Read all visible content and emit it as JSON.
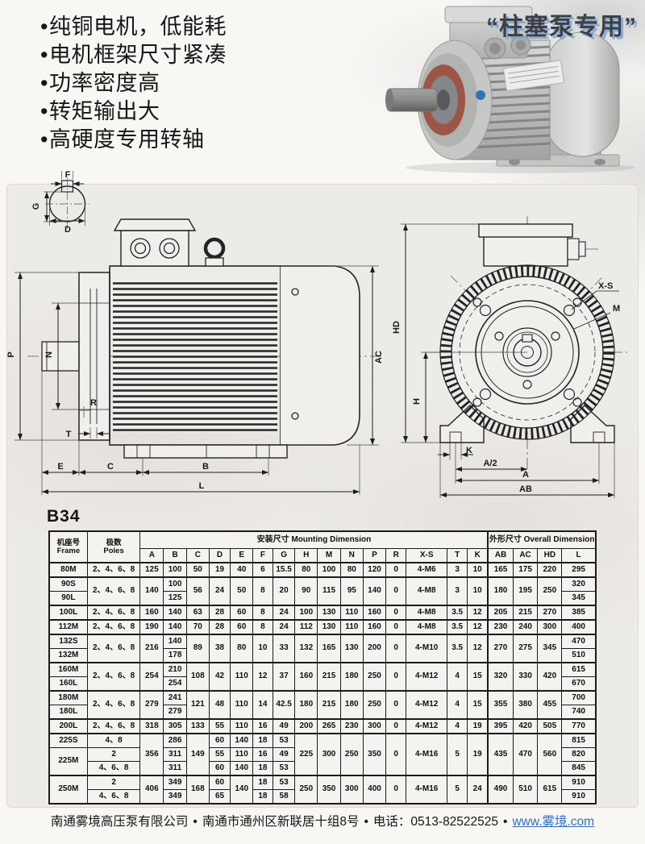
{
  "bullet": "•",
  "features": [
    "纯铜电机，低能耗",
    "电机框架尺寸紧凑",
    "功率密度高",
    "转矩输出大",
    "高硬度专用转轴"
  ],
  "badge": "“柱塞泵专用”",
  "drawing": {
    "model_label": "B34",
    "shaft_detail": {
      "f": "F",
      "g": "G",
      "d": "D"
    },
    "side_view": {
      "p": "P",
      "n": "N",
      "r": "R",
      "t": "T",
      "e": "E",
      "c": "C",
      "b": "B",
      "l": "L",
      "ac": "AC"
    },
    "front_view": {
      "hd": "HD",
      "h": "H",
      "k": "K",
      "a_half": "A/2",
      "a": "A",
      "ab": "AB",
      "xs": "X-S",
      "m": "M"
    }
  },
  "table": {
    "frame_zh": "机座号",
    "frame_en": "Frame",
    "poles_zh": "极数",
    "poles_en": "Poles",
    "mounting_header": "安装尺寸  Mounting Dimension",
    "overall_header": "外形尺寸 Overall Dimension",
    "dim_columns": [
      "A",
      "B",
      "C",
      "D",
      "E",
      "F",
      "G",
      "H",
      "M",
      "N",
      "P",
      "R",
      "X-S",
      "T",
      "K"
    ],
    "overall_columns": [
      "AB",
      "AC",
      "HD",
      "L"
    ],
    "rows": [
      {
        "group": true,
        "cells": [
          "80M",
          "2、4、6、8",
          "125",
          "100",
          "50",
          "19",
          "40",
          "6",
          "15.5",
          "80",
          "100",
          "80",
          "120",
          "0",
          "4-M6",
          "3",
          "10",
          {
            "v": "165",
            "cls": "tl"
          },
          "175",
          "220",
          "295"
        ]
      },
      {
        "group": true,
        "cells": [
          "90S",
          {
            "v": "2、4、6、8",
            "rs": 2
          },
          {
            "v": "140",
            "rs": 2
          },
          "100",
          {
            "v": "56",
            "rs": 2
          },
          {
            "v": "24",
            "rs": 2
          },
          {
            "v": "50",
            "rs": 2
          },
          {
            "v": "8",
            "rs": 2
          },
          {
            "v": "20",
            "rs": 2
          },
          {
            "v": "90",
            "rs": 2
          },
          {
            "v": "115",
            "rs": 2
          },
          {
            "v": "95",
            "rs": 2
          },
          {
            "v": "140",
            "rs": 2
          },
          {
            "v": "0",
            "rs": 2
          },
          {
            "v": "4-M8",
            "rs": 2
          },
          {
            "v": "3",
            "rs": 2
          },
          {
            "v": "10",
            "rs": 2
          },
          {
            "v": "180",
            "rs": 2,
            "cls": "tl"
          },
          {
            "v": "195",
            "rs": 2
          },
          {
            "v": "250",
            "rs": 2
          },
          "320"
        ]
      },
      {
        "cells": [
          "90L",
          "125",
          "345"
        ]
      },
      {
        "group": true,
        "cells": [
          "100L",
          "2、4、6、8",
          "160",
          "140",
          "63",
          "28",
          "60",
          "8",
          "24",
          "100",
          "130",
          "110",
          "160",
          "0",
          "4-M8",
          "3.5",
          "12",
          {
            "v": "205",
            "cls": "tl"
          },
          "215",
          "270",
          "385"
        ]
      },
      {
        "group": true,
        "cells": [
          "112M",
          "2、4、6、8",
          "190",
          "140",
          "70",
          "28",
          "60",
          "8",
          "24",
          "112",
          "130",
          "110",
          "160",
          "0",
          "4-M8",
          "3.5",
          "12",
          {
            "v": "230",
            "cls": "tl"
          },
          "240",
          "300",
          "400"
        ]
      },
      {
        "group": true,
        "cells": [
          "132S",
          {
            "v": "2、4、6、8",
            "rs": 2
          },
          {
            "v": "216",
            "rs": 2
          },
          "140",
          {
            "v": "89",
            "rs": 2
          },
          {
            "v": "38",
            "rs": 2
          },
          {
            "v": "80",
            "rs": 2
          },
          {
            "v": "10",
            "rs": 2
          },
          {
            "v": "33",
            "rs": 2
          },
          {
            "v": "132",
            "rs": 2
          },
          {
            "v": "165",
            "rs": 2
          },
          {
            "v": "130",
            "rs": 2
          },
          {
            "v": "200",
            "rs": 2
          },
          {
            "v": "0",
            "rs": 2
          },
          {
            "v": "4-M10",
            "rs": 2
          },
          {
            "v": "3.5",
            "rs": 2
          },
          {
            "v": "12",
            "rs": 2
          },
          {
            "v": "270",
            "rs": 2,
            "cls": "tl"
          },
          {
            "v": "275",
            "rs": 2
          },
          {
            "v": "345",
            "rs": 2
          },
          "470"
        ]
      },
      {
        "cells": [
          "132M",
          "178",
          "510"
        ]
      },
      {
        "group": true,
        "cells": [
          "160M",
          {
            "v": "2、4、6、8",
            "rs": 2
          },
          {
            "v": "254",
            "rs": 2
          },
          "210",
          {
            "v": "108",
            "rs": 2
          },
          {
            "v": "42",
            "rs": 2
          },
          {
            "v": "110",
            "rs": 2
          },
          {
            "v": "12",
            "rs": 2
          },
          {
            "v": "37",
            "rs": 2
          },
          {
            "v": "160",
            "rs": 2
          },
          {
            "v": "215",
            "rs": 2
          },
          {
            "v": "180",
            "rs": 2
          },
          {
            "v": "250",
            "rs": 2
          },
          {
            "v": "0",
            "rs": 2
          },
          {
            "v": "4-M12",
            "rs": 2
          },
          {
            "v": "4",
            "rs": 2
          },
          {
            "v": "15",
            "rs": 2
          },
          {
            "v": "320",
            "rs": 2,
            "cls": "tl"
          },
          {
            "v": "330",
            "rs": 2
          },
          {
            "v": "420",
            "rs": 2
          },
          "615"
        ]
      },
      {
        "cells": [
          "160L",
          "254",
          "670"
        ]
      },
      {
        "group": true,
        "cells": [
          "180M",
          {
            "v": "2、4、6、8",
            "rs": 2
          },
          {
            "v": "279",
            "rs": 2
          },
          "241",
          {
            "v": "121",
            "rs": 2
          },
          {
            "v": "48",
            "rs": 2
          },
          {
            "v": "110",
            "rs": 2
          },
          {
            "v": "14",
            "rs": 2
          },
          {
            "v": "42.5",
            "rs": 2
          },
          {
            "v": "180",
            "rs": 2
          },
          {
            "v": "215",
            "rs": 2
          },
          {
            "v": "180",
            "rs": 2
          },
          {
            "v": "250",
            "rs": 2
          },
          {
            "v": "0",
            "rs": 2
          },
          {
            "v": "4-M12",
            "rs": 2
          },
          {
            "v": "4",
            "rs": 2
          },
          {
            "v": "15",
            "rs": 2
          },
          {
            "v": "355",
            "rs": 2,
            "cls": "tl"
          },
          {
            "v": "380",
            "rs": 2
          },
          {
            "v": "455",
            "rs": 2
          },
          "700"
        ]
      },
      {
        "cells": [
          "180L",
          "279",
          "740"
        ]
      },
      {
        "group": true,
        "cells": [
          "200L",
          "2、4、6、8",
          "318",
          "305",
          "133",
          "55",
          "110",
          "16",
          "49",
          "200",
          "265",
          "230",
          "300",
          "0",
          "4-M12",
          "4",
          "19",
          {
            "v": "395",
            "cls": "tl"
          },
          "420",
          "505",
          "770"
        ]
      },
      {
        "group": true,
        "cells": [
          "225S",
          "4、8",
          {
            "v": "356",
            "rs": 3
          },
          "286",
          {
            "v": "149",
            "rs": 3
          },
          "60",
          "140",
          "18",
          "53",
          {
            "v": "225",
            "rs": 3
          },
          {
            "v": "300",
            "rs": 3
          },
          {
            "v": "250",
            "rs": 3
          },
          {
            "v": "350",
            "rs": 3
          },
          {
            "v": "0",
            "rs": 3
          },
          {
            "v": "4-M16",
            "rs": 3
          },
          {
            "v": "5",
            "rs": 3
          },
          {
            "v": "19",
            "rs": 3
          },
          {
            "v": "435",
            "rs": 3,
            "cls": "tl"
          },
          {
            "v": "470",
            "rs": 3
          },
          {
            "v": "560",
            "rs": 3
          },
          "815"
        ]
      },
      {
        "cells": [
          {
            "v": "225M",
            "rs": 2
          },
          "2",
          "311",
          "55",
          "110",
          "16",
          "49",
          "820"
        ]
      },
      {
        "cells": [
          "4、6、8",
          "311",
          "60",
          "140",
          "18",
          "53",
          "845"
        ]
      },
      {
        "group": true,
        "cells": [
          {
            "v": "250M",
            "rs": 2
          },
          "2",
          {
            "v": "406",
            "rs": 2
          },
          "349",
          {
            "v": "168",
            "rs": 2
          },
          "60",
          {
            "v": "140",
            "rs": 2
          },
          "18",
          "53",
          {
            "v": "250",
            "rs": 2
          },
          {
            "v": "350",
            "rs": 2
          },
          {
            "v": "300",
            "rs": 2
          },
          {
            "v": "400",
            "rs": 2
          },
          {
            "v": "0",
            "rs": 2
          },
          {
            "v": "4-M16",
            "rs": 2
          },
          {
            "v": "5",
            "rs": 2
          },
          {
            "v": "24",
            "rs": 2
          },
          {
            "v": "490",
            "rs": 2,
            "cls": "tl"
          },
          {
            "v": "510",
            "rs": 2
          },
          {
            "v": "615",
            "rs": 2
          },
          "910"
        ]
      },
      {
        "cells": [
          "4、6、8",
          "349",
          "65",
          "18",
          "58",
          "910"
        ]
      }
    ]
  },
  "footer": {
    "company": "南通雾境高压泵有限公司",
    "address": "南通市通州区新联居十组8号",
    "phone_label": "电话：",
    "phone": "0513-82522525",
    "website": "www.雾境.com",
    "separator": "•"
  },
  "colors": {
    "badge_shadow_blue": "#7da5d7",
    "link_blue": "#2f6fc1",
    "line_dark": "#1b1b1b",
    "panel_gray": "#edebe7"
  }
}
